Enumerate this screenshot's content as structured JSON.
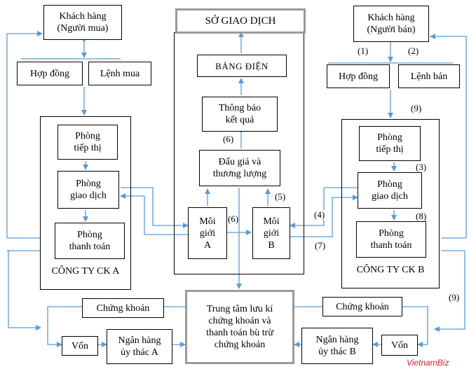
{
  "colors": {
    "connector": "#5b9bd5",
    "box_border": "#000000",
    "exchange_border": "#9a9a9a",
    "brand": "#d8232a"
  },
  "left_side": {
    "customer": "Khách hàng\n(Người mua)",
    "contract": "Hợp đồng",
    "order": "Lệnh mua",
    "company_name": "CÔNG TY CK A",
    "marketing": "Phòng\ntiếp thị",
    "trading": "Phòng\ngiao dịch",
    "payment": "Phòng\nthanh toán"
  },
  "right_side": {
    "customer": "Khách hàng\n(Người bán)",
    "contract": "Hợp đồng",
    "order": "Lệnh bán",
    "company_name": "CÔNG TY CK B",
    "marketing": "Phòng\ntiếp thị",
    "trading": "Phòng\ngiao dịch",
    "payment": "Phòng\nthanh toán"
  },
  "exchange": {
    "title": "SỞ GIAO DỊCH",
    "board": "BẢNG ĐIỆN",
    "result_notice": "Thông báo\nkết quả",
    "auction": "Đấu giá và\nthương lượng",
    "broker_a": "Môi\ngiới\nA",
    "broker_b": "Môi\ngiới\nB"
  },
  "depository": "Trung tâm lưu kí\nchứng khoán và\nthanh toán bù trừ\nchứng khoán",
  "bottom": {
    "securities_left": "Chứng khoán",
    "securities_right": "Chứng khoán",
    "capital_left": "Vốn",
    "capital_right": "Vốn",
    "bank_a": "Ngân hàng\nủy thác A",
    "bank_b": "Ngân hàng\nủy thác B"
  },
  "step_labels": {
    "s1": "(1)",
    "s2": "(2)",
    "s9_top": "(9)",
    "s3": "(3)",
    "s8": "(8)",
    "s6_upper": "(6)",
    "s6_lower": "(6)",
    "s5": "(5)",
    "s4": "(4)",
    "s7": "(7)",
    "s9_right": "(9)"
  },
  "watermark": "VietnamBiz"
}
